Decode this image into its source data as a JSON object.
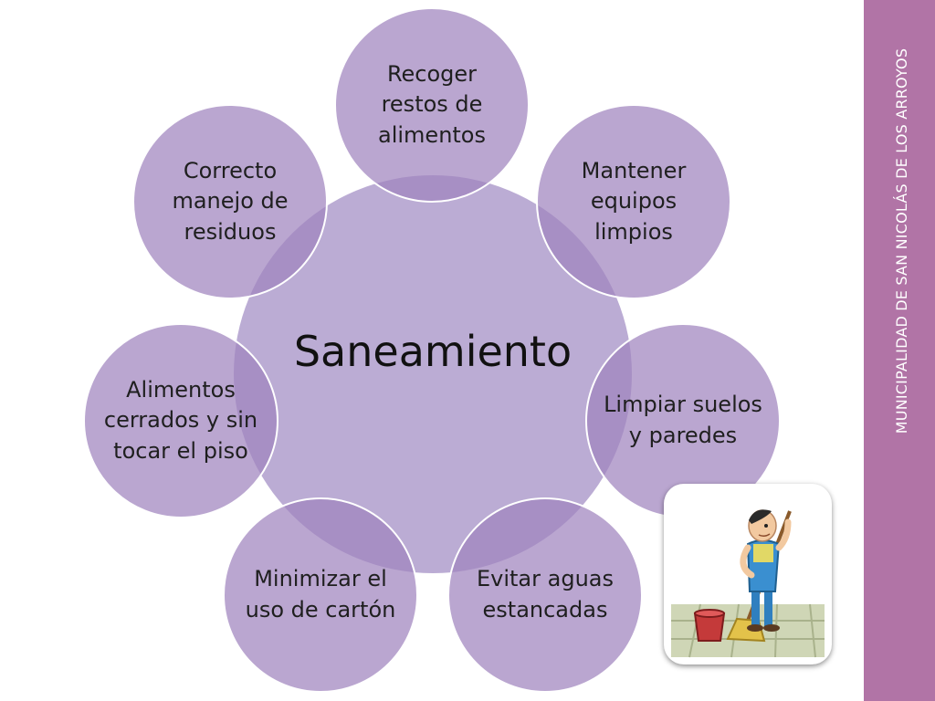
{
  "diagram": {
    "center": {
      "label": "Saneamiento"
    },
    "items": [
      {
        "label": "Recoger restos de alimentos"
      },
      {
        "label": "Mantener equipos limpios"
      },
      {
        "label": "Limpiar suelos y paredes"
      },
      {
        "label": "Evitar aguas estancadas"
      },
      {
        "label": "Minimizar el uso de cartón"
      },
      {
        "label": "Alimentos cerrados y sin tocar el piso"
      },
      {
        "label": "Correcto manejo de residuos"
      }
    ]
  },
  "sidebar": {
    "text": "MUNICIPALIDAD DE SAN NICOLÁS DE LOS ARROYOS"
  },
  "colors": {
    "center_fill": "#b2a0ce",
    "outer_fill": "#a084be",
    "sidebar_band": "#b174a6"
  },
  "clipart": {
    "icon": "janitor-sweeping-icon"
  }
}
